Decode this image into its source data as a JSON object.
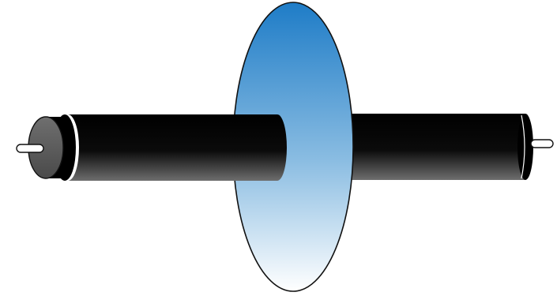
{
  "diagram": {
    "shapes": [
      "left-cylinder-rod",
      "left-end-cap",
      "left-pin",
      "center-disk",
      "right-cylinder-rod",
      "right-end-cap",
      "right-pin"
    ],
    "colors": {
      "rod_dark": "#000000",
      "rod_light": "#6e6e6e",
      "cap_gray": "#8a8a8a",
      "disk_top": "#1e7cc7",
      "disk_bottom": "#ffffff",
      "outline": "#111111",
      "white": "#ffffff"
    }
  }
}
